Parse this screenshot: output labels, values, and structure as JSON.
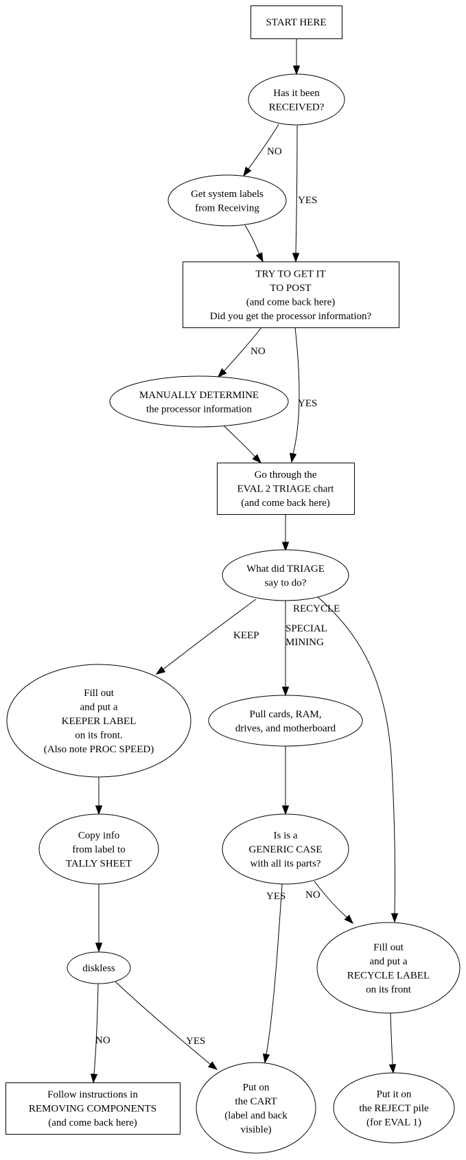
{
  "title": "Computer evaluation flowchart",
  "nodes": {
    "start": {
      "shape": "box",
      "lines": [
        "START HERE"
      ]
    },
    "received": {
      "shape": "ellipse",
      "lines": [
        "Has it been",
        "RECEIVED?"
      ]
    },
    "get_labels": {
      "shape": "ellipse",
      "lines": [
        "Get system labels",
        "from Receiving"
      ]
    },
    "try_post": {
      "shape": "box",
      "lines": [
        "TRY TO GET IT",
        "TO POST",
        "(and come back here)",
        "Did you get the processor information?"
      ]
    },
    "manual": {
      "shape": "ellipse",
      "lines": [
        "MANUALLY DETERMINE",
        "the processor information"
      ]
    },
    "triage_chart": {
      "shape": "box",
      "lines": [
        "Go through the",
        "EVAL 2 TRIAGE chart",
        "(and come back here)"
      ]
    },
    "triage_question": {
      "shape": "ellipse",
      "lines": [
        "What did TRIAGE",
        "say to do?"
      ]
    },
    "keeper": {
      "shape": "ellipse",
      "lines": [
        "Fill out",
        "and put a",
        "KEEPER LABEL",
        "on its front.",
        "(Also note PROC SPEED)"
      ]
    },
    "pull": {
      "shape": "ellipse",
      "lines": [
        "Pull cards, RAM,",
        "drives, and motherboard"
      ]
    },
    "copy_info": {
      "shape": "ellipse",
      "lines": [
        "Copy info",
        "from label to",
        "TALLY SHEET"
      ]
    },
    "generic_case": {
      "shape": "ellipse",
      "lines": [
        "Is is a",
        "GENERIC CASE",
        "with all its parts?"
      ]
    },
    "diskless": {
      "shape": "ellipse",
      "lines": [
        "diskless"
      ]
    },
    "recycle_label": {
      "shape": "ellipse",
      "lines": [
        "Fill out",
        "and put a",
        "RECYCLE LABEL",
        "on its front"
      ]
    },
    "removing": {
      "shape": "box",
      "lines": [
        "Follow instructions in",
        "REMOVING COMPONENTS",
        "(and come back here)"
      ]
    },
    "cart": {
      "shape": "ellipse",
      "lines": [
        "Put on",
        "the CART",
        "(label and back",
        "visible)"
      ]
    },
    "reject": {
      "shape": "ellipse",
      "lines": [
        "Put it on",
        "the REJECT pile",
        "(for EVAL 1)"
      ]
    }
  },
  "edges": [
    {
      "from": "start",
      "to": "received",
      "label": ""
    },
    {
      "from": "received",
      "to": "get_labels",
      "label": "NO"
    },
    {
      "from": "received",
      "to": "try_post",
      "label": "YES"
    },
    {
      "from": "get_labels",
      "to": "try_post",
      "label": ""
    },
    {
      "from": "try_post",
      "to": "manual",
      "label": "NO"
    },
    {
      "from": "try_post",
      "to": "triage_chart",
      "label": "YES"
    },
    {
      "from": "manual",
      "to": "triage_chart",
      "label": ""
    },
    {
      "from": "triage_chart",
      "to": "triage_question",
      "label": ""
    },
    {
      "from": "triage_question",
      "to": "keeper",
      "label": "KEEP"
    },
    {
      "from": "triage_question",
      "to": "pull",
      "label": "SPECIAL MINING",
      "label_lines": [
        "SPECIAL",
        "MINING"
      ]
    },
    {
      "from": "triage_question",
      "to": "recycle_label",
      "label": "RECYCLE"
    },
    {
      "from": "keeper",
      "to": "copy_info",
      "label": ""
    },
    {
      "from": "pull",
      "to": "generic_case",
      "label": ""
    },
    {
      "from": "copy_info",
      "to": "diskless",
      "label": ""
    },
    {
      "from": "generic_case",
      "to": "cart",
      "label": "YES"
    },
    {
      "from": "generic_case",
      "to": "recycle_label",
      "label": "NO"
    },
    {
      "from": "diskless",
      "to": "removing",
      "label": "NO"
    },
    {
      "from": "diskless",
      "to": "cart",
      "label": "YES"
    },
    {
      "from": "recycle_label",
      "to": "reject",
      "label": ""
    }
  ]
}
